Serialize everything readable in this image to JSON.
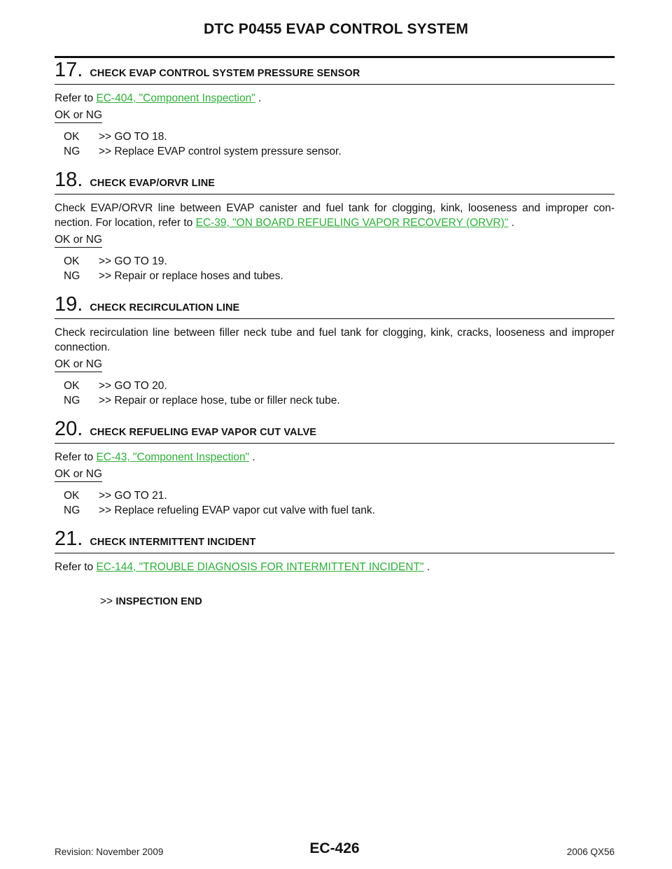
{
  "header": {
    "title": "DTC P0455 EVAP CONTROL SYSTEM"
  },
  "steps": [
    {
      "number": "17.",
      "title": "CHECK EVAP CONTROL SYSTEM PRESSURE SENSOR",
      "text_before": "Refer to ",
      "link": "EC-404, \"Component Inspection\"",
      "text_after": " .",
      "okng": "OK or NG",
      "results": [
        {
          "code": "OK",
          "text": ">> GO TO 18."
        },
        {
          "code": "NG",
          "text": ">> Replace EVAP control system pressure sensor."
        }
      ]
    },
    {
      "number": "18.",
      "title": "CHECK EVAP/ORVR LINE",
      "text_before": "Check EVAP/ORVR line between EVAP canister and fuel tank for clogging, kink, looseness and improper con-nection. For location, refer to ",
      "link": "EC-39, \"ON BOARD REFUELING VAPOR RECOVERY (ORVR)\"",
      "text_after": " .",
      "okng": "OK or NG",
      "results": [
        {
          "code": "OK",
          "text": ">> GO TO 19."
        },
        {
          "code": "NG",
          "text": ">> Repair or replace hoses and tubes."
        }
      ]
    },
    {
      "number": "19.",
      "title": "CHECK RECIRCULATION LINE",
      "text_before": "Check recirculation line between filler neck tube and fuel tank for clogging, kink, cracks, looseness and improper connection.",
      "link": "",
      "text_after": "",
      "okng": "OK or NG",
      "results": [
        {
          "code": "OK",
          "text": ">> GO TO 20."
        },
        {
          "code": "NG",
          "text": ">> Repair or replace hose, tube or filler neck tube."
        }
      ]
    },
    {
      "number": "20.",
      "title": "CHECK REFUELING EVAP VAPOR CUT VALVE",
      "text_before": "Refer to ",
      "link": "EC-43, \"Component Inspection\"",
      "text_after": " .",
      "okng": "OK or NG",
      "results": [
        {
          "code": "OK",
          "text": ">> GO TO 21."
        },
        {
          "code": "NG",
          "text": ">> Replace refueling EVAP vapor cut valve with fuel tank."
        }
      ]
    },
    {
      "number": "21.",
      "title": "CHECK INTERMITTENT INCIDENT",
      "text_before": "Refer to ",
      "link": "EC-144, \"TROUBLE DIAGNOSIS FOR INTERMITTENT INCIDENT\"",
      "text_after": " .",
      "end_prefix": ">>",
      "end_text": "INSPECTION END"
    }
  ],
  "footer": {
    "revision": "Revision: November 2009",
    "page": "EC-426",
    "model": "2006 QX56"
  }
}
